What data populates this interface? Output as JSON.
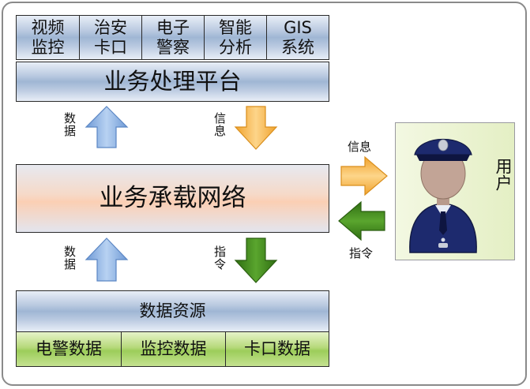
{
  "top_row": [
    {
      "line1": "视频",
      "line2": "监控"
    },
    {
      "line1": "治安",
      "line2": "卡口"
    },
    {
      "line1": "电子",
      "line2": "警察"
    },
    {
      "line1": "智能",
      "line2": "分析"
    },
    {
      "line1": "GIS",
      "line2": "系统"
    }
  ],
  "platform": {
    "label": "业务处理平台"
  },
  "network": {
    "label": "业务承载网络"
  },
  "resources": {
    "title": "数据资源",
    "items": [
      "电警数据",
      "监控数据",
      "卡口数据"
    ]
  },
  "arrows": {
    "upper_left": "数据",
    "upper_right": "信息",
    "lower_left": "数据",
    "lower_right": "指令",
    "to_user": "信息",
    "from_user": "指令"
  },
  "user": {
    "label": "用户"
  },
  "colors": {
    "blue_arrow": "#8fb3e3",
    "orange_arrow": "#f5b94a",
    "green_arrow": "#3f8a1e",
    "border": "#8a8a8a"
  }
}
